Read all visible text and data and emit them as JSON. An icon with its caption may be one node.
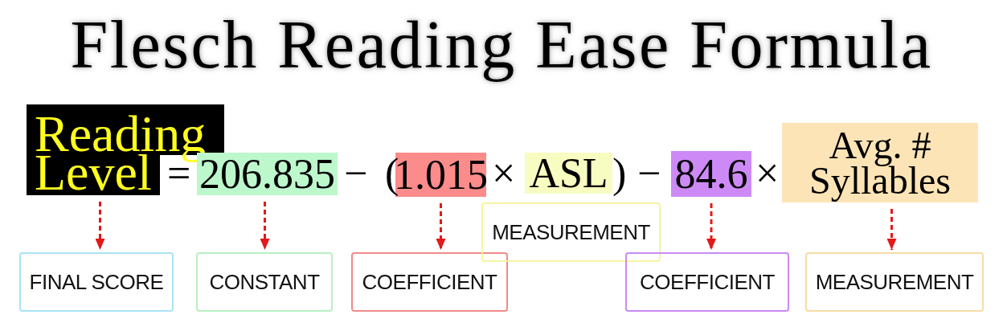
{
  "diagram": {
    "title": "Flesch Reading Ease Formula",
    "nodes": [
      {
        "text": [
          "Reading Level"
        ]
      },
      {
        "text": [
          "206.835"
        ]
      },
      {
        "text": [
          "1.015"
        ]
      },
      {
        "text": [
          "ASL"
        ]
      },
      {
        "text": [
          "84.6"
        ]
      },
      {
        "text": [
          "Avg. # Syllables"
        ]
      },
      {
        "text": [
          "FINAL SCORE"
        ]
      },
      {
        "text": [
          "CONSTANT"
        ]
      },
      {
        "text": [
          "COEFFICIENT"
        ]
      },
      {
        "text": [
          "MEASUREMENT"
        ]
      },
      {
        "text": [
          "COEFFICIENT"
        ]
      },
      {
        "text": [
          "MEASUREMENT"
        ]
      }
    ],
    "edges": [
      {
        "from": 0,
        "to": 6,
        "arrow": "to",
        "style": "dashed"
      },
      {
        "from": 1,
        "to": 7,
        "arrow": "to",
        "style": "dashed"
      },
      {
        "from": 2,
        "to": 8,
        "arrow": "to",
        "style": "dashed"
      },
      {
        "from": 4,
        "to": 10,
        "arrow": "to",
        "style": "dashed"
      },
      {
        "from": 5,
        "to": 11,
        "arrow": "to",
        "style": "dashed"
      }
    ],
    "labels": [
      "=",
      "−",
      "(",
      "×",
      ")",
      "−",
      "×"
    ]
  }
}
